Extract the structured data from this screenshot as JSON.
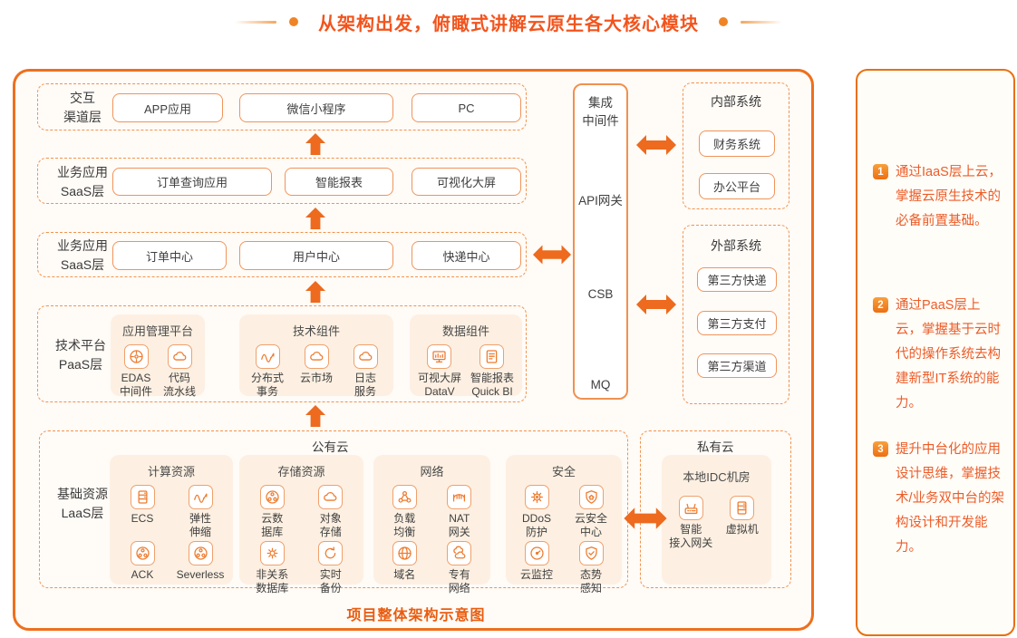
{
  "page": {
    "title": "从架构出发，俯瞰式讲解云原生各大核心模块"
  },
  "colors": {
    "primary": "#ee6f1e",
    "title_text": "#f2541d",
    "border_light": "#f0945a",
    "dashed_border": "#f1934d",
    "card_bg": "#fdf0e2",
    "caption_text": "#e95d10",
    "note_text": "#ec5c28",
    "badge_orange": "#ee6f12"
  },
  "architecture": {
    "caption": "项目整体架构示意图",
    "layers": [
      {
        "label": "交互\n渠道层",
        "boxes": [
          "APP应用",
          "微信小程序",
          "PC"
        ]
      },
      {
        "label": "业务应用\nSaaS层",
        "boxes": [
          "订单查询应用",
          "智能报表",
          "可视化大屏"
        ]
      },
      {
        "label": "业务应用\nSaaS层",
        "boxes": [
          "订单中心",
          "用户中心",
          "快递中心"
        ]
      }
    ],
    "paas": {
      "label": "技术平台\nPaaS层",
      "groups": [
        {
          "title": "应用管理平台",
          "items": [
            {
              "label": "EDAS\n中间件",
              "icon": "hub-icon"
            },
            {
              "label": "代码\n流水线",
              "icon": "cloud-icon"
            }
          ]
        },
        {
          "title": "技术组件",
          "items": [
            {
              "label": "分布式\n事务",
              "icon": "wave-icon"
            },
            {
              "label": "云市场",
              "icon": "cloud-icon"
            },
            {
              "label": "日志\n服务",
              "icon": "cloud-icon"
            }
          ]
        },
        {
          "title": "数据组件",
          "items": [
            {
              "label": "可视大屏\nDataV",
              "icon": "screen-icon"
            },
            {
              "label": "智能报表\nQuick BI",
              "icon": "report-icon"
            }
          ]
        }
      ]
    },
    "iaas": {
      "label": "基础资源\nLaaS层",
      "public_label": "公有云",
      "private_label": "私有云",
      "groups": [
        {
          "title": "计算资源",
          "items": [
            {
              "label": "ECS",
              "icon": "server-icon"
            },
            {
              "label": "弹性\n伸缩",
              "icon": "wave-icon"
            },
            {
              "label": "ACK",
              "icon": "cluster-icon"
            },
            {
              "label": "Severless",
              "icon": "cluster-icon"
            }
          ]
        },
        {
          "title": "存储资源",
          "items": [
            {
              "label": "云数\n据库",
              "icon": "cluster-icon"
            },
            {
              "label": "对象\n存储",
              "icon": "cloud-icon"
            },
            {
              "label": "非关系\n数据库",
              "icon": "gear-icon"
            },
            {
              "label": "实时\n备份",
              "icon": "refresh-icon"
            }
          ]
        },
        {
          "title": "网络",
          "items": [
            {
              "label": "负载\n均衡",
              "icon": "share-nodes-icon"
            },
            {
              "label": "NAT\n网关",
              "icon": "bridge-icon"
            },
            {
              "label": "域名",
              "icon": "globe-icon"
            },
            {
              "label": "专有\n网络",
              "icon": "clouds-icon"
            }
          ]
        },
        {
          "title": "安全",
          "items": [
            {
              "label": "DDoS\n防护",
              "icon": "bug-icon"
            },
            {
              "label": "云安全\n中心",
              "icon": "shield-icon"
            },
            {
              "label": "云监控",
              "icon": "gauge-icon"
            },
            {
              "label": "态势\n感知",
              "icon": "shield-check-icon"
            }
          ]
        }
      ],
      "private_group": {
        "title": "本地IDC机房",
        "items": [
          {
            "label": "智能\n接入网关",
            "icon": "router-icon"
          },
          {
            "label": "虚拟机",
            "icon": "server-icon"
          }
        ]
      }
    },
    "middleware": {
      "items": [
        "集成\n中间件",
        "API网关",
        "CSB",
        "MQ"
      ]
    },
    "internal": {
      "title": "内部系统",
      "boxes": [
        "财务系统",
        "办公平台"
      ]
    },
    "external": {
      "title": "外部系统",
      "boxes": [
        "第三方快递",
        "第三方支付",
        "第三方渠道"
      ]
    }
  },
  "notes": {
    "items": [
      {
        "num": "1",
        "text": "通过IaaS层上云，掌握云原生技术的必备前置基础。"
      },
      {
        "num": "2",
        "text": "通过PaaS层上云，掌握基于云时代的操作系统去构建新型IT系统的能力。"
      },
      {
        "num": "3",
        "text": "提升中台化的应用设计思维，掌握技术/业务双中台的架构设计和开发能力。"
      }
    ]
  }
}
